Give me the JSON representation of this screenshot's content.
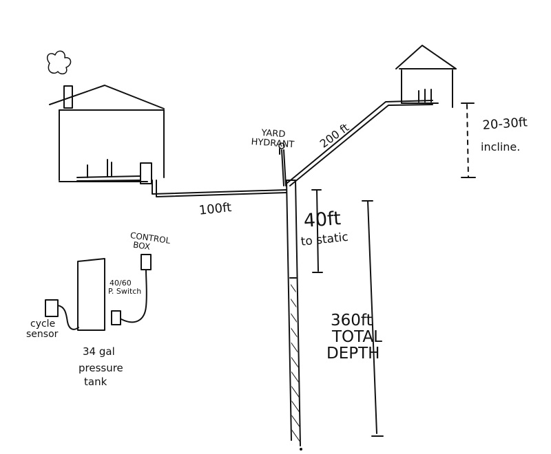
{
  "labels": {
    "yard_hydrant_line1": "YARD",
    "yard_hydrant_line2": "HYDRANT",
    "pipe_to_cabin": "200 ft",
    "incline_value": "20-30ft",
    "incline_word": "incline.",
    "pipe_to_house": "100ft",
    "static_value": "40ft",
    "static_word": "to static",
    "depth_value": "360ft",
    "depth_total": "TOTAL",
    "depth_word": "DEPTH",
    "control_box_line1": "CONTROL",
    "control_box_line2": "BOX",
    "pressure_switch_line1": "40/60",
    "pressure_switch_line2": "P. Switch",
    "cycle_sensor_line1": "cycle",
    "cycle_sensor_line2": "sensor",
    "tank_line1": "34 gal",
    "tank_line2": "pressure",
    "tank_line3": "tank"
  }
}
